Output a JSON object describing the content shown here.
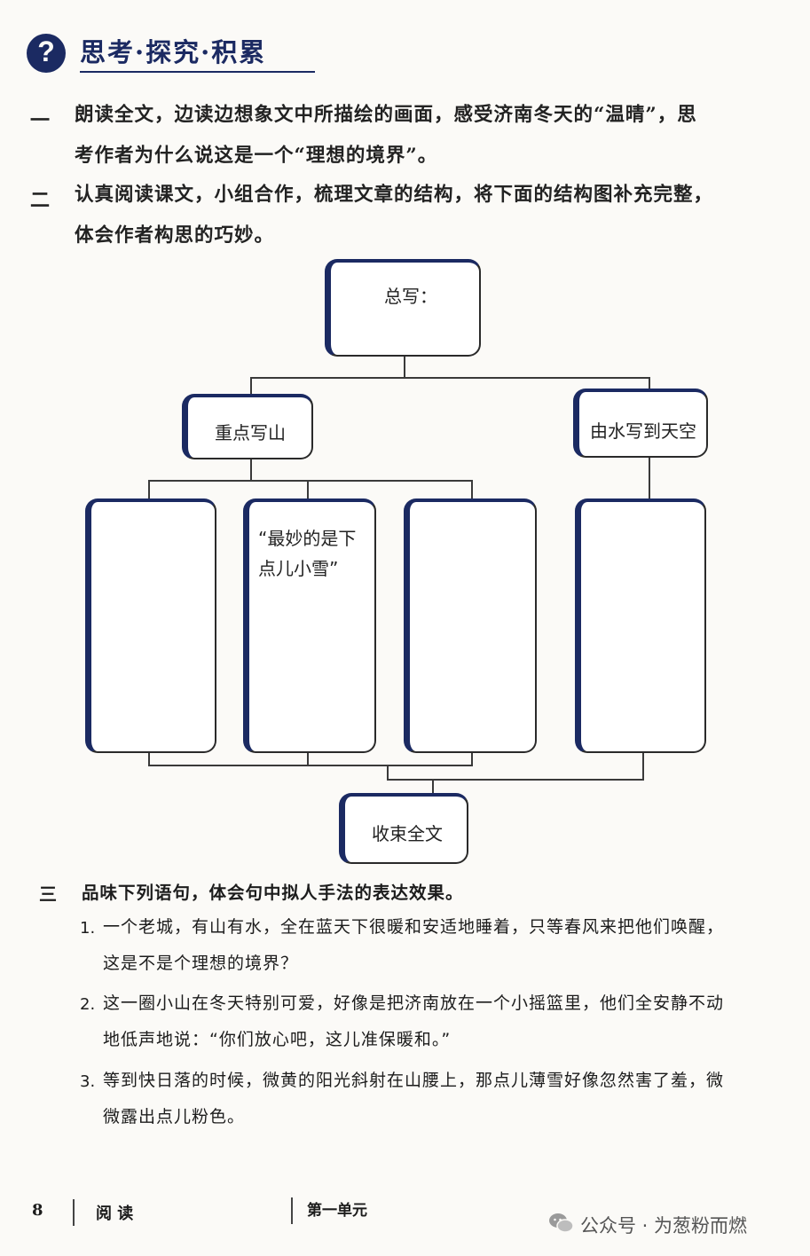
{
  "header": {
    "icon": "question-mark-icon",
    "title": "思考·探究·积累"
  },
  "questions": [
    {
      "num": "一",
      "lines": [
        "朗读全文，边读边想象文中所描绘的画面，感受济南冬天的“温晴”，思",
        "考作者为什么说这是一个“理想的境界”。"
      ]
    },
    {
      "num": "二",
      "lines": [
        "认真阅读课文，小组合作，梳理文章的结构，将下面的结构图补充完整，",
        "体会作者构思的巧妙。"
      ]
    }
  ],
  "diagram": {
    "top": "总写：",
    "left_branch": "重点写山",
    "right_branch": "由水写到天空",
    "child_boxes": [
      "",
      "“最妙的是下\n点儿小雪”",
      "",
      ""
    ],
    "bottom": "收束全文"
  },
  "section3": {
    "num": "三",
    "title": "品味下列语句，体会句中拟人手法的表达效果。",
    "items": [
      {
        "num": "1.",
        "lines": [
          "一个老城，有山有水，全在蓝天下很暖和安适地睡着，只等春风来把他们唤醒，",
          "这是不是个理想的境界？"
        ]
      },
      {
        "num": "2.",
        "lines": [
          "这一圈小山在冬天特别可爱，好像是把济南放在一个小摇篮里，他们全安静不动",
          "地低声地说：“你们放心吧，这儿准保暖和。”"
        ]
      },
      {
        "num": "3.",
        "lines": [
          "等到快日落的时候，微黄的阳光斜射在山腰上，那点儿薄雪好像忽然害了羞，微",
          "微露出点儿粉色。"
        ]
      }
    ]
  },
  "footer": {
    "page_number": "8",
    "book_section": "阅 读",
    "unit": "第一单元",
    "watermark": "公众号 · 为葱粉而燃",
    "watermark_icon": "wechat-icon"
  }
}
